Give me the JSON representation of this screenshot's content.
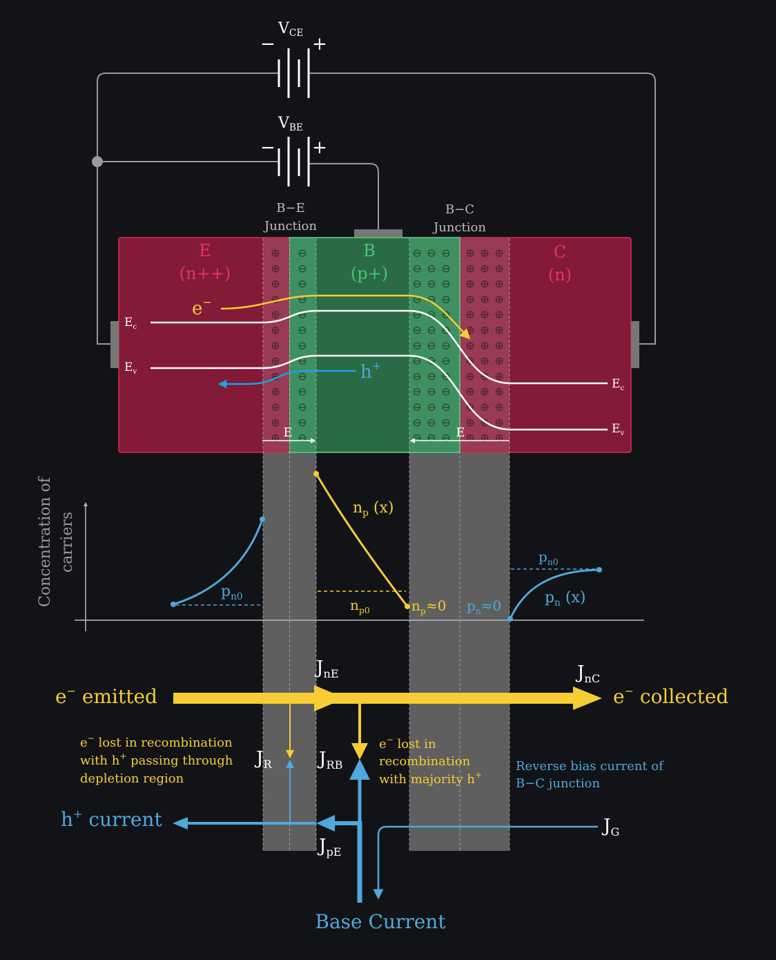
{
  "colors": {
    "background": "#121317",
    "emitter": "#821a38",
    "emitter_border": "#d8304f",
    "base": "#2a6b45",
    "base_border": "#55d68a",
    "label_emitter": "#e8345c",
    "label_base": "#47c77a",
    "electron": "#f6cd32",
    "hole": "#4ea9dc",
    "hole_arrow": "#1aa3e6",
    "depletion_gray": "#5f5f5f",
    "wire": "#9a9a9a",
    "white": "#ffffff"
  },
  "batteries": {
    "vce": {
      "main": "V",
      "sub": "CE",
      "minus": "−",
      "plus": "+"
    },
    "vbe": {
      "main": "V",
      "sub": "BE",
      "minus": "−",
      "plus": "+"
    }
  },
  "junctions": {
    "be": {
      "line1": "B−E",
      "line2": "Junction"
    },
    "bc": {
      "line1": "B−C",
      "line2": "Junction"
    }
  },
  "regions": {
    "emitter": {
      "name": "E",
      "doping": "(n++)"
    },
    "base": {
      "name": "B",
      "doping": "(p+)"
    },
    "collector": {
      "name": "C",
      "doping": "(n)"
    }
  },
  "band_labels": {
    "ec": {
      "main": "E",
      "sub": "c"
    },
    "ev": {
      "main": "E",
      "sub": "v"
    },
    "electron": {
      "main": "e",
      "sup": "−"
    },
    "hole": {
      "main": "h",
      "sup": "+"
    },
    "field": "E",
    "plus_sign": "⊕",
    "minus_sign": "⊖"
  },
  "concentration": {
    "ylabel_line1": "Concentration of",
    "ylabel_line2": "carriers",
    "np_x": {
      "main": "n",
      "sub": "p",
      "rest": " (x)"
    },
    "pn_x": {
      "main": "p",
      "sub": "n",
      "rest": " (x)"
    },
    "pn0_left": {
      "main": "p",
      "sub": "n0"
    },
    "pn0_right": {
      "main": "p",
      "sub": "n0"
    },
    "np0": {
      "main": "n",
      "sub": "p0"
    },
    "np_approx": {
      "main": "n",
      "sub": "p",
      "rest": "≈0"
    },
    "pn_approx": {
      "main": "p",
      "sub": "n",
      "rest": "≈0"
    }
  },
  "currents": {
    "emitted": {
      "main": "e",
      "sup": "−",
      "rest": " emitted"
    },
    "collected": {
      "main": "e",
      "sup": "−",
      "rest": " collected"
    },
    "jne": {
      "main": "J",
      "sub": "nE"
    },
    "jnc": {
      "main": "J",
      "sub": "nC"
    },
    "jr": {
      "main": "J",
      "sub": "R"
    },
    "jrb": {
      "main": "J",
      "sub": "RB"
    },
    "jpe": {
      "main": "J",
      "sub": "pE"
    },
    "jg": {
      "main": "J",
      "sub": "G"
    },
    "hole_current": {
      "main": "h",
      "sup": "+",
      "rest": " current"
    },
    "base_current": "Base Current",
    "lost_depletion": {
      "l1a": "e",
      "l1sup": "−",
      "l1b": " lost in recombination",
      "l2a": "with h",
      "l2sup": "+",
      "l2b": " passing through",
      "l3": "depletion region"
    },
    "lost_majority": {
      "l1a": "e",
      "l1sup": "−",
      "l1b": " lost in",
      "l2": "recombination",
      "l3a": "with majority h",
      "l3sup": "+"
    },
    "reverse_bias": {
      "l1": "Reverse bias current of",
      "l2": "B−C junction"
    }
  }
}
